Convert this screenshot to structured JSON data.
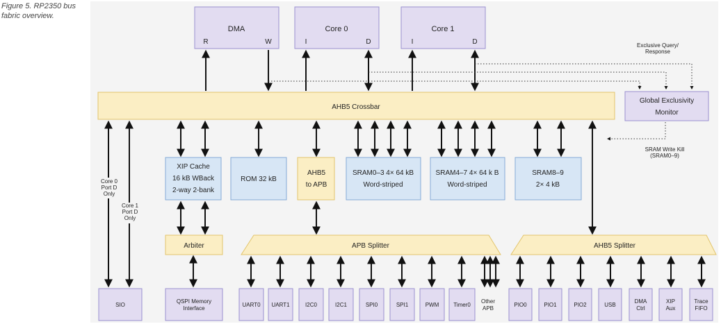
{
  "caption": "Figure 5. RP2350 bus fabric overview.",
  "colors": {
    "master": "#e2dcf1",
    "master_border": "#9a8fcf",
    "crossbar": "#fbeec4",
    "crossbar_border": "#e2c46b",
    "memory": "#d7e6f5",
    "memory_border": "#84aad6",
    "background": "#f4f4f4",
    "arrow": "#111111"
  },
  "masters": {
    "dma": {
      "label": "DMA",
      "port_r": "R",
      "port_w": "W"
    },
    "core0": {
      "label": "Core 0",
      "port_i": "I",
      "port_d": "D"
    },
    "core1": {
      "label": "Core 1",
      "port_i": "I",
      "port_d": "D"
    }
  },
  "crossbar": "AHB5 Crossbar",
  "gem": {
    "line1": "Global Exclusivity",
    "line2": "Monitor"
  },
  "notes": {
    "exclusive_1": "Exclusive Query/",
    "exclusive_2": "Response",
    "kill_1": "SRAM Write Kill",
    "kill_2": "(SRAM0–9)"
  },
  "side_labels": {
    "core0_1": "Core 0",
    "core0_2": "Port D",
    "core0_3": "Only",
    "core1_1": "Core 1",
    "core1_2": "Port D",
    "core1_3": "Only"
  },
  "blocks": {
    "xip_1": "XIP Cache",
    "xip_2": "16 kB WBack",
    "xip_3": "2-way 2-bank",
    "rom": "ROM 32 kB",
    "ahb_apb_1": "AHB5",
    "ahb_apb_2": "to APB",
    "sram03_1": "SRAM0–3  4× 64 kB",
    "sram03_2": "Word-striped",
    "sram47_1": "SRAM4–7  4× 64 k B",
    "sram47_2": "Word-striped",
    "sram89_1": "SRAM8–9",
    "sram89_2": "2× 4 kB",
    "arbiter": "Arbiter",
    "apb_splitter": "APB Splitter",
    "ahb_splitter": "AHB5 Splitter"
  },
  "peripherals": {
    "sio": "SIO",
    "qspi_1": "QSPI Memory",
    "qspi_2": "Interface",
    "uart0": "UART0",
    "uart1": "UART1",
    "i2c0": "I2C0",
    "i2c1": "I2C1",
    "spi0": "SPI0",
    "spi1": "SPI1",
    "pwm": "PWM",
    "timer0": "Timer0",
    "other_apb_1": "Other",
    "other_apb_2": "APB",
    "pio0": "PIO0",
    "pio1": "PIO1",
    "pio2": "PIO2",
    "usb": "USB",
    "dma_ctrl_1": "DMA",
    "dma_ctrl_2": "Ctrl",
    "xip_aux_1": "XIP",
    "xip_aux_2": "Aux",
    "trace_1": "Trace",
    "trace_2": "FIFO"
  }
}
